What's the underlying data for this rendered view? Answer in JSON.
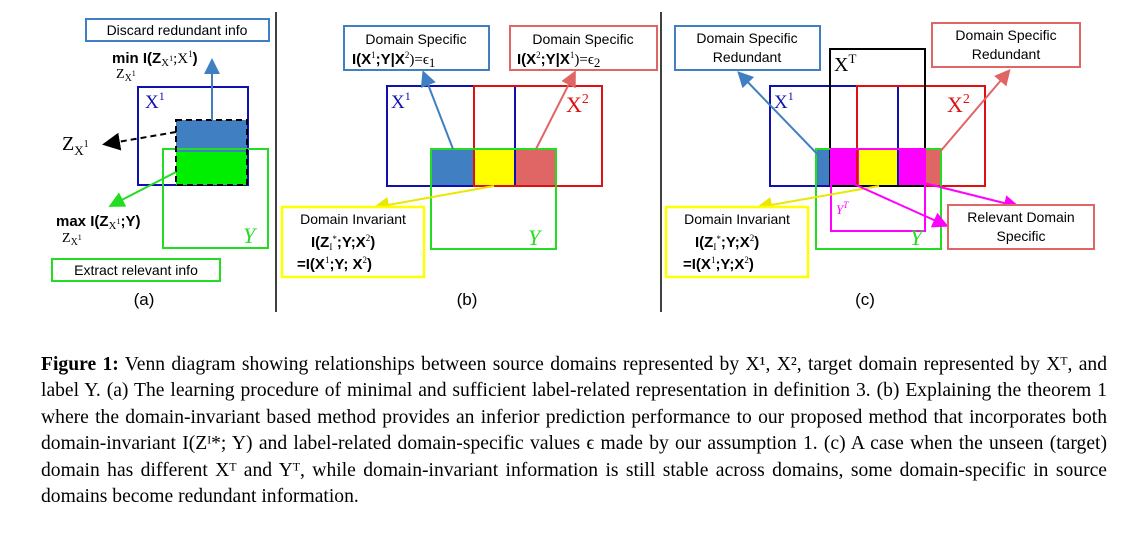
{
  "panel_a": {
    "discard_box": "Discard redundant info",
    "min_line1": "min I(Z",
    "min_sub1": "X",
    "min_sup1": "1",
    "min_line2": ";X",
    "min_sup2": "1",
    "min_close": ")",
    "min_under": "Z",
    "min_under_sub": "X",
    "min_under_sup": "1",
    "x1_label": "X",
    "x1_sup": "1",
    "zx1_label": "Z",
    "zx1_sub": "X",
    "zx1_sup": "1",
    "max_line": "max I(Z",
    "max_sub": "X",
    "max_sup": "1",
    "max_tail": ";Y)",
    "max_under": "Z",
    "max_under_sub": "X",
    "max_under_sup": "1",
    "y_label": "Y",
    "extract_box": "Extract relevant info",
    "caption_letter": "(a)"
  },
  "panel_b": {
    "ds1_title": "Domain Specific",
    "ds1_expr": "I(X",
    "ds1_sup": "1",
    "ds1_mid": ";Y|X",
    "ds1_sup2": "2",
    "ds1_tail": ")=ϵ",
    "ds1_sub": "1",
    "ds2_title": "Domain Specific",
    "ds2_expr": "I(X",
    "ds2_sup": "2",
    "ds2_mid": ";Y|X",
    "ds2_sup2": "1",
    "ds2_tail": ")=ϵ",
    "ds2_sub": "2",
    "x1_label": "X",
    "x1_sup": "1",
    "x2_label": "X",
    "x2_sup": "2",
    "di_title": "Domain Invariant",
    "di_line1": "I(Z",
    "di_line1_sub": "I",
    "di_line1_sup": "*",
    "di_line1_tail": ";Y;X",
    "di_line1_sup2": "2",
    "di_line1_close": ")",
    "di_line2": "=I(X",
    "di_line2_sup": "1",
    "di_line2_mid": ";Y; X",
    "di_line2_sup2": "2",
    "di_line2_close": ")",
    "y_label": "Y",
    "caption_letter": "(b)"
  },
  "panel_c": {
    "dsr1_line1": "Domain Specific",
    "dsr1_line2": "Redundant",
    "dsr2_line1": "Domain Specific",
    "dsr2_line2": "Redundant",
    "xt_label": "X",
    "xt_sup": "T",
    "x1_label": "X",
    "x1_sup": "1",
    "x2_label": "X",
    "x2_sup": "2",
    "yt_label": "Y",
    "yt_sup": "T",
    "y_label": "Y",
    "di_title": "Domain Invariant",
    "di_line1": "I(Z",
    "di_line1_sub": "I",
    "di_line1_sup": "*",
    "di_line1_tail": ";Y;X",
    "di_line1_sup2": "2",
    "di_line1_close": ")",
    "di_line2": "=I(X",
    "di_line2_sup": "1",
    "di_line2_mid": ";Y;X",
    "di_line2_sup2": "2",
    "di_line2_close": ")",
    "rds_line1": "Relevant Domain",
    "rds_line2": "Specific",
    "caption_letter": "(c)"
  },
  "colors": {
    "blue": "#1010b0",
    "red": "#e01010",
    "green": "#22dd22",
    "yellow": "#ffff00",
    "magenta": "#ff00ff",
    "steel_blue": "#3f7fc2",
    "salmon": "#e06666",
    "callout_blue": "#3f7fc2",
    "callout_red": "#e06666"
  },
  "caption": {
    "label": "Figure 1:",
    "text": " Venn diagram showing relationships between source domains represented by X¹, X², target domain represented by Xᵀ, and label Y. (a) The learning procedure of minimal and sufficient label-related representation in definition 3. (b) Explaining the theorem 1 where the domain-invariant based method provides an inferior prediction performance to our proposed method that incorporates both domain-invariant I(Zᴵ*; Y) and label-related domain-specific values ϵ made by our assumption 1. (c) A case when the unseen (target) domain has different Xᵀ and Yᵀ, while domain-invariant information is still stable across domains, some domain-specific in source domains become redundant information."
  }
}
